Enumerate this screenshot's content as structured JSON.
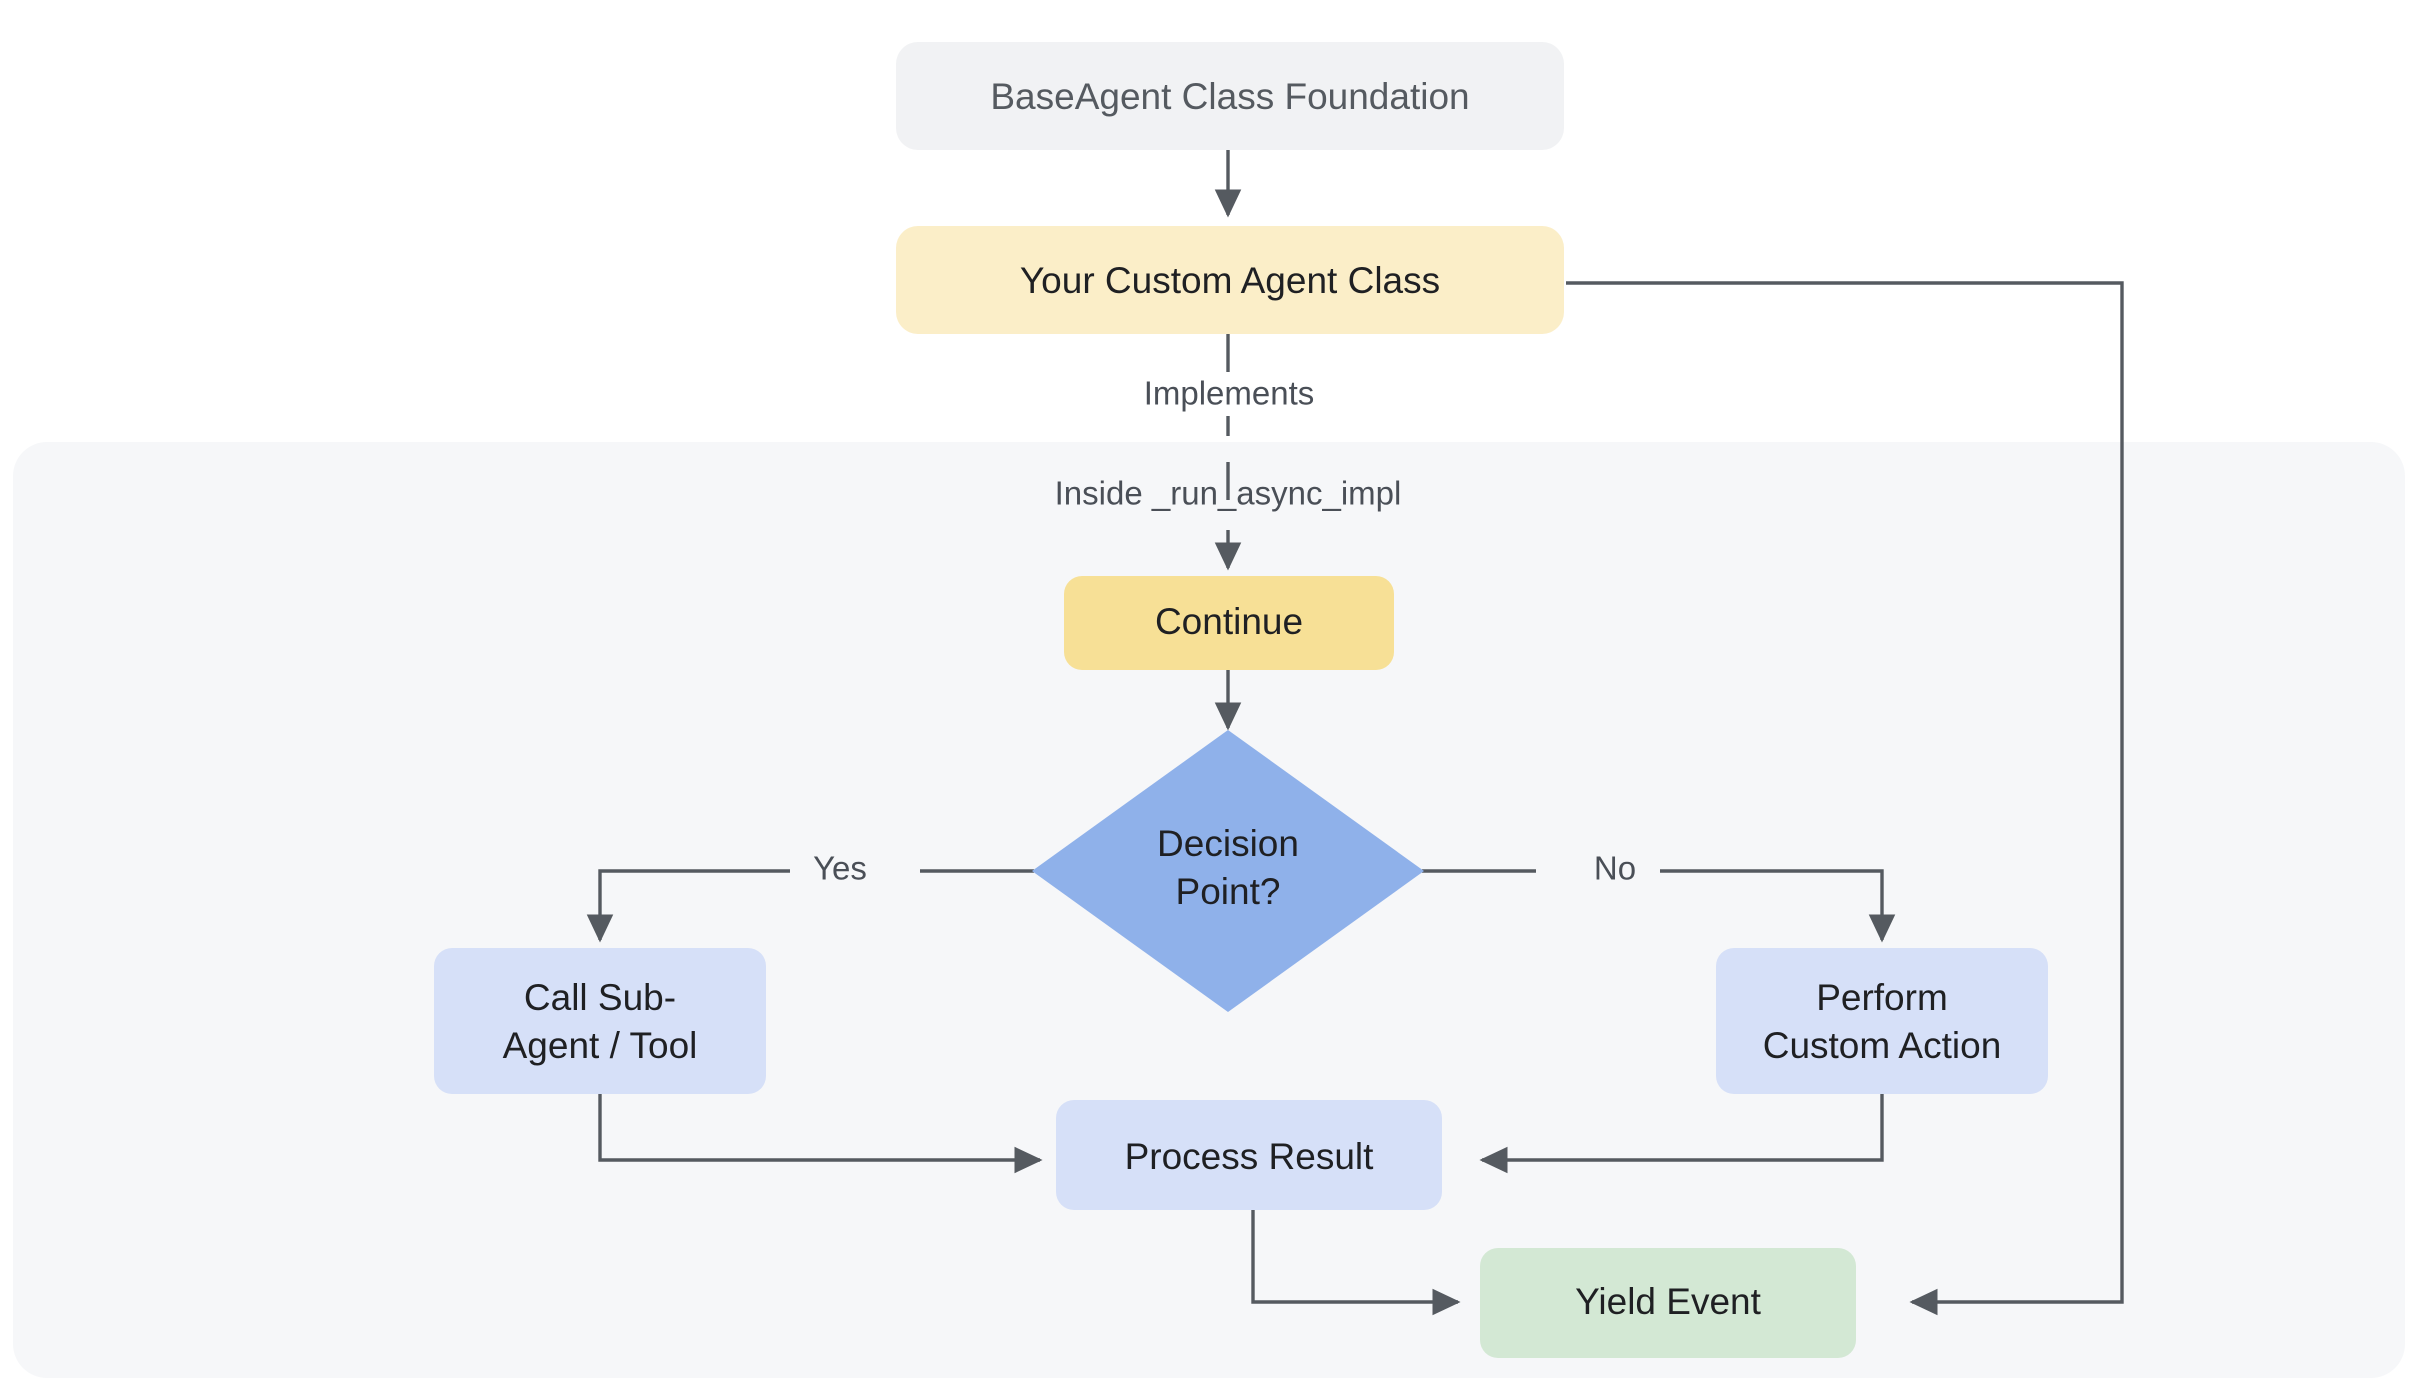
{
  "diagram": {
    "type": "flowchart",
    "title": "BaseAgent custom agent flow",
    "background": "#ffffff",
    "subgraph": {
      "name": "run-async-impl-container",
      "label": "",
      "fill": "#f6f7f9"
    },
    "colors": {
      "base_node": "#f1f2f4",
      "custom_agent_node": "#fbeec8",
      "continue_node": "#f7e096",
      "decision_node": "#8fb1ea",
      "action_node": "#d6e0f8",
      "yield_node": "#d3e8d4",
      "edge": "#555a60",
      "text_dark": "#1f2023",
      "text_muted": "#555a60"
    },
    "nodes": [
      {
        "id": "base_agent",
        "label": "BaseAgent Class Foundation",
        "shape": "rounded-rect",
        "fill": "#f1f2f4",
        "text_color": "#555a60"
      },
      {
        "id": "custom_agent",
        "label": "Your Custom Agent Class",
        "shape": "rounded-rect",
        "fill": "#fbeec8",
        "text_color": "#1f2023"
      },
      {
        "id": "continue",
        "label": "Continue",
        "shape": "rounded-rect",
        "fill": "#f7e096",
        "text_color": "#1f2023"
      },
      {
        "id": "decision",
        "label_line1": "Decision",
        "label_line2": "Point?",
        "shape": "diamond",
        "fill": "#8fb1ea",
        "text_color": "#1f2023"
      },
      {
        "id": "call_sub_agent",
        "label_line1": "Call Sub-",
        "label_line2": "Agent / Tool",
        "shape": "rounded-rect",
        "fill": "#d6e0f8",
        "text_color": "#1f2023"
      },
      {
        "id": "custom_action",
        "label_line1": "Perform",
        "label_line2": "Custom Action",
        "shape": "rounded-rect",
        "fill": "#d6e0f8",
        "text_color": "#1f2023"
      },
      {
        "id": "process_result",
        "label": "Process Result",
        "shape": "rounded-rect",
        "fill": "#d6e0f8",
        "text_color": "#1f2023"
      },
      {
        "id": "yield_event",
        "label": "Yield Event",
        "shape": "rounded-rect",
        "fill": "#d3e8d4",
        "text_color": "#1f2023"
      }
    ],
    "edges": [
      {
        "from": "base_agent",
        "to": "custom_agent",
        "label": ""
      },
      {
        "from": "custom_agent",
        "to": "continue",
        "label": "Implements"
      },
      {
        "from": "custom_agent",
        "to": "continue",
        "label2": "Inside _run_async_impl"
      },
      {
        "from": "continue",
        "to": "decision",
        "label": ""
      },
      {
        "from": "decision",
        "to": "call_sub_agent",
        "label": "Yes"
      },
      {
        "from": "decision",
        "to": "custom_action",
        "label": "No"
      },
      {
        "from": "call_sub_agent",
        "to": "process_result",
        "label": ""
      },
      {
        "from": "custom_action",
        "to": "process_result",
        "label": ""
      },
      {
        "from": "process_result",
        "to": "yield_event",
        "label": ""
      },
      {
        "from": "custom_agent",
        "to": "yield_event",
        "label": ""
      }
    ],
    "edge_labels": {
      "implements": "Implements",
      "inside_run_async_impl": "Inside _run_async_impl",
      "yes": "Yes",
      "no": "No"
    },
    "labels": {
      "base_agent": "BaseAgent Class Foundation",
      "custom_agent": "Your Custom Agent Class",
      "continue": "Continue",
      "decision_l1": "Decision",
      "decision_l2": "Point?",
      "call_sub_agent_l1": "Call Sub-",
      "call_sub_agent_l2": "Agent / Tool",
      "custom_action_l1": "Perform",
      "custom_action_l2": "Custom Action",
      "process_result": "Process Result",
      "yield_event": "Yield Event"
    }
  }
}
